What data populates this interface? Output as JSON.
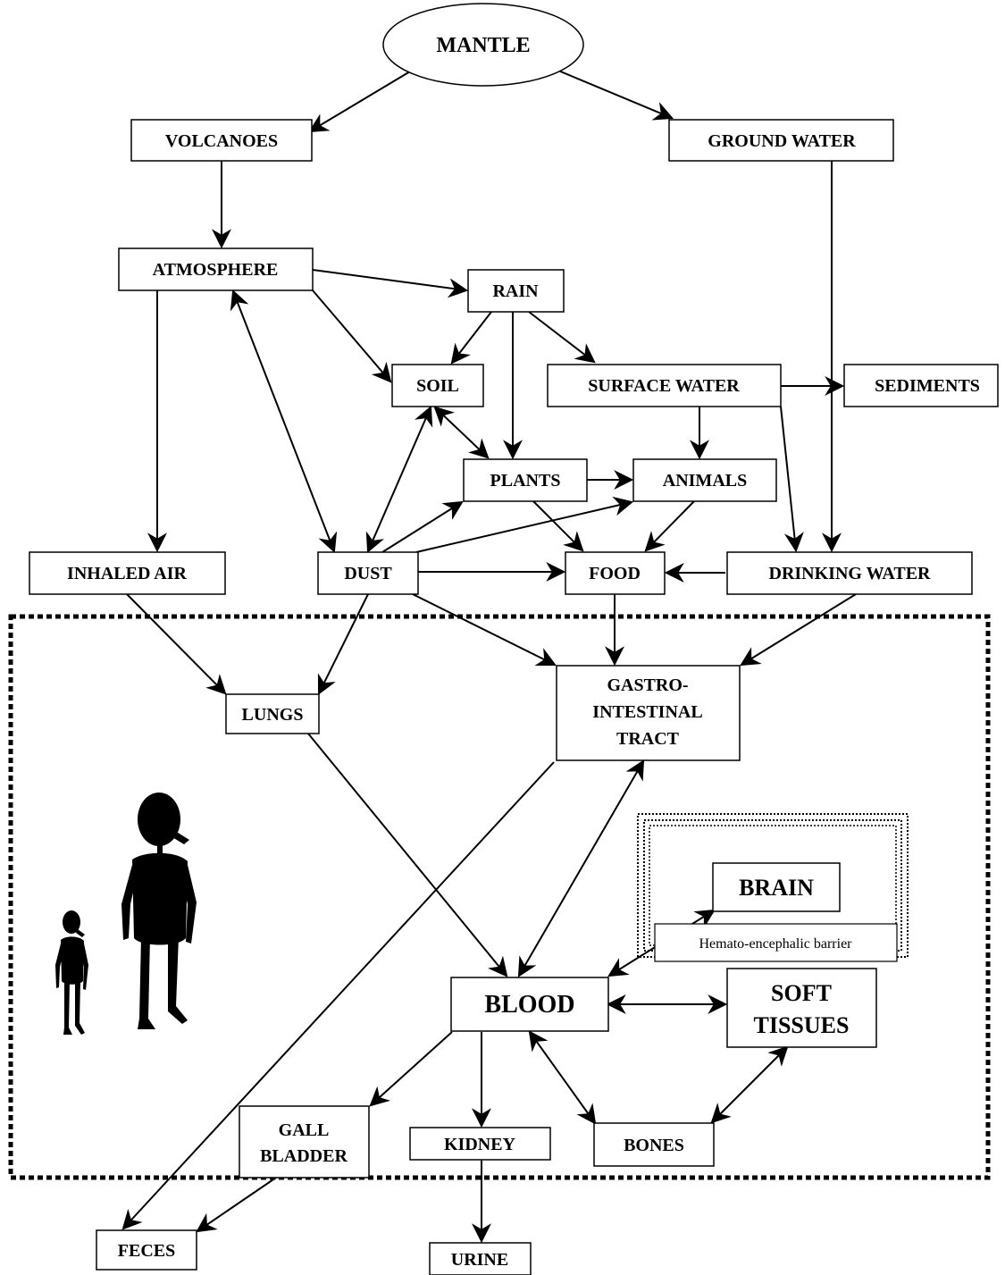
{
  "nodes": {
    "mantle": "MANTLE",
    "volcanoes": "VOLCANOES",
    "ground_water": "GROUND WATER",
    "atmosphere": "ATMOSPHERE",
    "rain": "RAIN",
    "soil": "SOIL",
    "surface_water": "SURFACE WATER",
    "sediments": "SEDIMENTS",
    "plants": "PLANTS",
    "animals": "ANIMALS",
    "inhaled_air": "INHALED AIR",
    "dust": "DUST",
    "food": "FOOD",
    "drinking_water": "DRINKING WATER",
    "lungs": "LUNGS",
    "gi_tract": [
      "GASTRO-",
      "INTESTINAL",
      "TRACT"
    ],
    "brain": "BRAIN",
    "barrier": "Hemato-encephalic barrier",
    "blood": "BLOOD",
    "soft_tissues": [
      "SOFT",
      "TISSUES"
    ],
    "gall_bladder": [
      "GALL",
      "BLADDER"
    ],
    "kidney": "KIDNEY",
    "bones": "BONES",
    "feces": "FECES",
    "urine": "URINE"
  },
  "edges": [
    [
      "mantle",
      "volcanoes",
      "one-way"
    ],
    [
      "mantle",
      "ground_water",
      "one-way"
    ],
    [
      "volcanoes",
      "atmosphere",
      "one-way"
    ],
    [
      "atmosphere",
      "rain",
      "one-way"
    ],
    [
      "atmosphere",
      "soil",
      "one-way"
    ],
    [
      "atmosphere",
      "inhaled_air",
      "one-way"
    ],
    [
      "atmosphere",
      "dust",
      "two-way"
    ],
    [
      "rain",
      "soil",
      "one-way"
    ],
    [
      "rain",
      "plants",
      "one-way"
    ],
    [
      "rain",
      "surface_water",
      "one-way"
    ],
    [
      "surface_water",
      "sediments",
      "one-way"
    ],
    [
      "surface_water",
      "animals",
      "one-way"
    ],
    [
      "surface_water",
      "drinking_water",
      "one-way"
    ],
    [
      "ground_water",
      "drinking_water",
      "one-way"
    ],
    [
      "soil",
      "dust",
      "two-way"
    ],
    [
      "soil",
      "plants",
      "two-way"
    ],
    [
      "plants",
      "animals",
      "one-way"
    ],
    [
      "plants",
      "food",
      "one-way"
    ],
    [
      "animals",
      "food",
      "one-way"
    ],
    [
      "dust",
      "plants",
      "one-way"
    ],
    [
      "dust",
      "animals",
      "one-way"
    ],
    [
      "dust",
      "food",
      "one-way"
    ],
    [
      "dust",
      "lungs",
      "one-way"
    ],
    [
      "dust",
      "gi_tract",
      "one-way"
    ],
    [
      "drinking_water",
      "food",
      "one-way"
    ],
    [
      "drinking_water",
      "gi_tract",
      "one-way"
    ],
    [
      "food",
      "gi_tract",
      "one-way"
    ],
    [
      "inhaled_air",
      "lungs",
      "one-way"
    ],
    [
      "lungs",
      "blood",
      "one-way"
    ],
    [
      "gi_tract",
      "blood",
      "two-way"
    ],
    [
      "gi_tract",
      "feces",
      "one-way"
    ],
    [
      "blood",
      "brain",
      "two-way"
    ],
    [
      "blood",
      "soft_tissues",
      "two-way"
    ],
    [
      "blood",
      "bones",
      "two-way"
    ],
    [
      "soft_tissues",
      "bones",
      "two-way"
    ],
    [
      "blood",
      "gall_bladder",
      "one-way"
    ],
    [
      "blood",
      "kidney",
      "one-way"
    ],
    [
      "gall_bladder",
      "feces",
      "one-way"
    ],
    [
      "kidney",
      "urine",
      "one-way"
    ]
  ]
}
